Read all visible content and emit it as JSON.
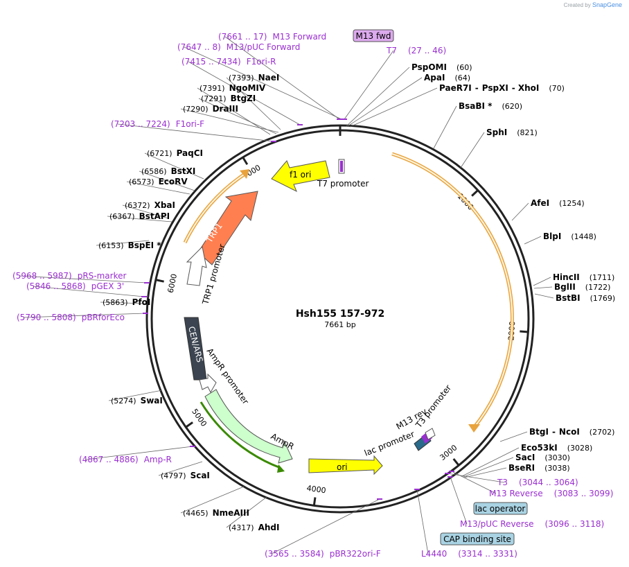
{
  "watermark": {
    "prefix": "Created by",
    "brand": "SnapGene"
  },
  "map": {
    "title": "Hsh155 157-972",
    "length_label": "7661 bp",
    "length": 7661,
    "tick_labels": [
      "1000",
      "2000",
      "3000",
      "4000",
      "5000",
      "6000",
      "7000"
    ]
  },
  "colors": {
    "primer": "#9a2fd0",
    "orf_outline": "#e8a33d",
    "ampr": "#ccffcc",
    "ampr_line": "#3a8a00",
    "f1ori": "#ffff00",
    "ori": "#ffff00",
    "trp1": "#ff7f50",
    "cenars": "#3b4450",
    "m13fwd_box": "#ddaaee",
    "lac_operator_box": "#a9d3e3",
    "cap_box": "#a9d3e3"
  },
  "enzymes": [
    {
      "name": "PspOMI",
      "pos": "(60)"
    },
    {
      "name": "ApaI",
      "pos": "(64)"
    },
    {
      "name": "PaeR7I",
      "pos": ""
    },
    {
      "name": "PspXI",
      "pos": ""
    },
    {
      "name": "XhoI",
      "pos": "(70)"
    },
    {
      "name": "BsaBI *",
      "pos": "(620)"
    },
    {
      "name": "SphI",
      "pos": "(821)"
    },
    {
      "name": "AfeI",
      "pos": "(1254)"
    },
    {
      "name": "BlpI",
      "pos": "(1448)"
    },
    {
      "name": "HincII",
      "pos": "(1711)"
    },
    {
      "name": "BglII",
      "pos": "(1722)"
    },
    {
      "name": "BstBI",
      "pos": "(1769)"
    },
    {
      "name": "BtgI",
      "pos": ""
    },
    {
      "name": "NcoI",
      "pos": "(2702)"
    },
    {
      "name": "Eco53kI",
      "pos": "(3028)"
    },
    {
      "name": "SacI",
      "pos": "(3030)"
    },
    {
      "name": "BseRI",
      "pos": "(3038)"
    },
    {
      "name": "AhdI",
      "pos": "(4317)"
    },
    {
      "name": "NmeAIII",
      "pos": "(4465)"
    },
    {
      "name": "ScaI",
      "pos": "(4797)"
    },
    {
      "name": "SwaI",
      "pos": "(5274)"
    },
    {
      "name": "PfoI",
      "pos": "(5863)"
    },
    {
      "name": "BspEI *",
      "pos": "(6153)"
    },
    {
      "name": "BstAPI",
      "pos": "(6367)"
    },
    {
      "name": "XbaI",
      "pos": "(6372)"
    },
    {
      "name": "EcoRV",
      "pos": "(6573)"
    },
    {
      "name": "BstXI",
      "pos": "(6586)"
    },
    {
      "name": "PaqCI",
      "pos": "(6721)"
    },
    {
      "name": "DraIII",
      "pos": "(7290)"
    },
    {
      "name": "BtgZI",
      "pos": "(7291)"
    },
    {
      "name": "NgoMIV",
      "pos": "(7391)"
    },
    {
      "name": "NaeI",
      "pos": "(7393)"
    }
  ],
  "primers": [
    {
      "name": "M13 Forward",
      "range": "(7661 .. 17)"
    },
    {
      "name": "M13/pUC Forward",
      "range": "(7647 .. 8)"
    },
    {
      "name": "F1ori-R",
      "range": "(7415 .. 7434)"
    },
    {
      "name": "F1ori-F",
      "range": "(7203 .. 7224)"
    },
    {
      "name": "T7",
      "range": "(27 .. 46)"
    },
    {
      "name": "pRS-marker",
      "range": "(5968 .. 5987)"
    },
    {
      "name": "pGEX 3'",
      "range": "(5846 .. 5868)"
    },
    {
      "name": "pBRforEco",
      "range": "(5790 .. 5808)"
    },
    {
      "name": "Amp-R",
      "range": "(4867 .. 4886)"
    },
    {
      "name": "T3",
      "range": "(3044 .. 3064)"
    },
    {
      "name": "M13 Reverse",
      "range": "(3083 .. 3099)"
    },
    {
      "name": "M13/pUC Reverse",
      "range": "(3096 .. 3118)"
    },
    {
      "name": "L4440",
      "range": "(3314 .. 3331)"
    },
    {
      "name": "pBR322ori-F",
      "range": "(3565 .. 3584)"
    }
  ],
  "boxed_labels": {
    "m13_fwd": "M13 fwd",
    "lac_operator": "lac operator",
    "cap_site": "CAP binding site"
  },
  "features": {
    "f1_ori": "f1 ori",
    "t7_promoter": "T7 promoter",
    "trp1": "TRP1",
    "trp1_promoter": "TRP1 promoter",
    "cen_ars": "CEN/ARS",
    "ampr_promoter": "AmpR promoter",
    "ampr": "AmpR",
    "ori": "ori",
    "m13_rev": "M13 rev",
    "t3_promoter": "T3 promoter",
    "lac_promoter": "lac promoter"
  }
}
